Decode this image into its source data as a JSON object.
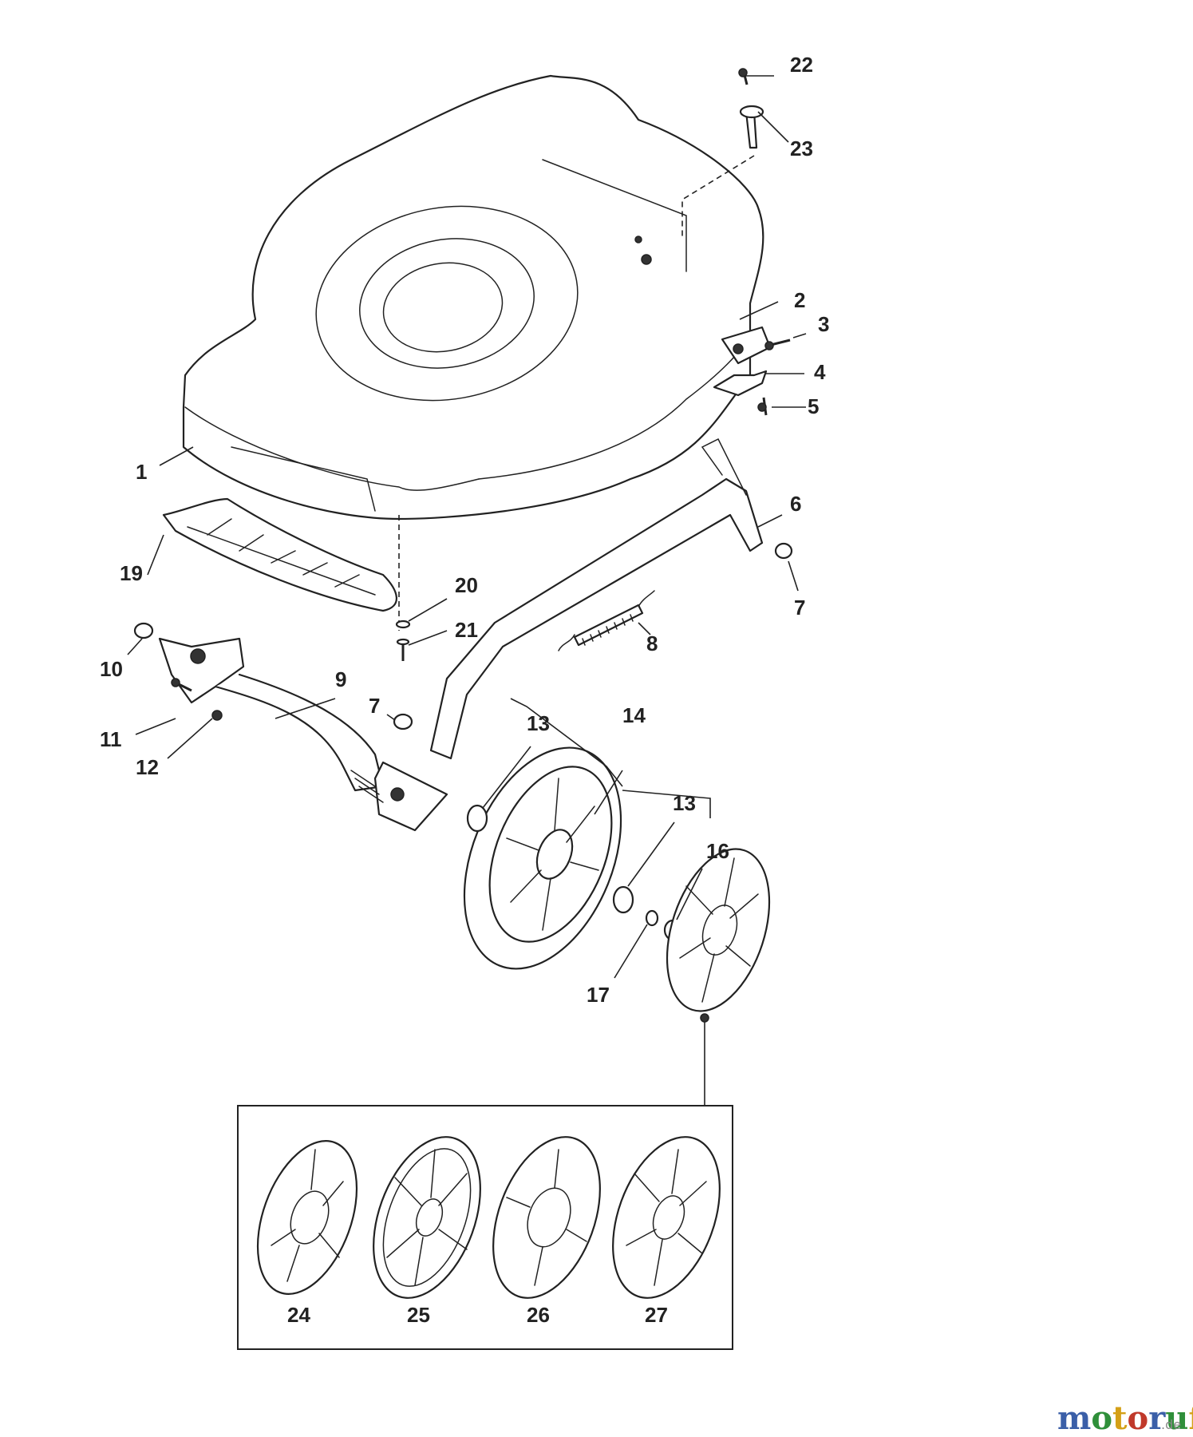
{
  "labels": {
    "p1": "1",
    "p2": "2",
    "p3": "3",
    "p4": "4",
    "p5": "5",
    "p6": "6",
    "p7a": "7",
    "p7b": "7",
    "p8": "8",
    "p9": "9",
    "p10": "10",
    "p11": "11",
    "p12": "12",
    "p13a": "13",
    "p13b": "13",
    "p14": "14",
    "p16": "16",
    "p17": "17",
    "p19": "19",
    "p20": "20",
    "p21": "21",
    "p22": "22",
    "p23": "23",
    "p24": "24",
    "p25": "25",
    "p26": "26",
    "p27": "27"
  },
  "watermark": {
    "brand": "motoruf",
    "suffix": ".de",
    "colors": [
      "#3b5fa8",
      "#2f8f3a",
      "#d4a017",
      "#c0392b"
    ]
  }
}
